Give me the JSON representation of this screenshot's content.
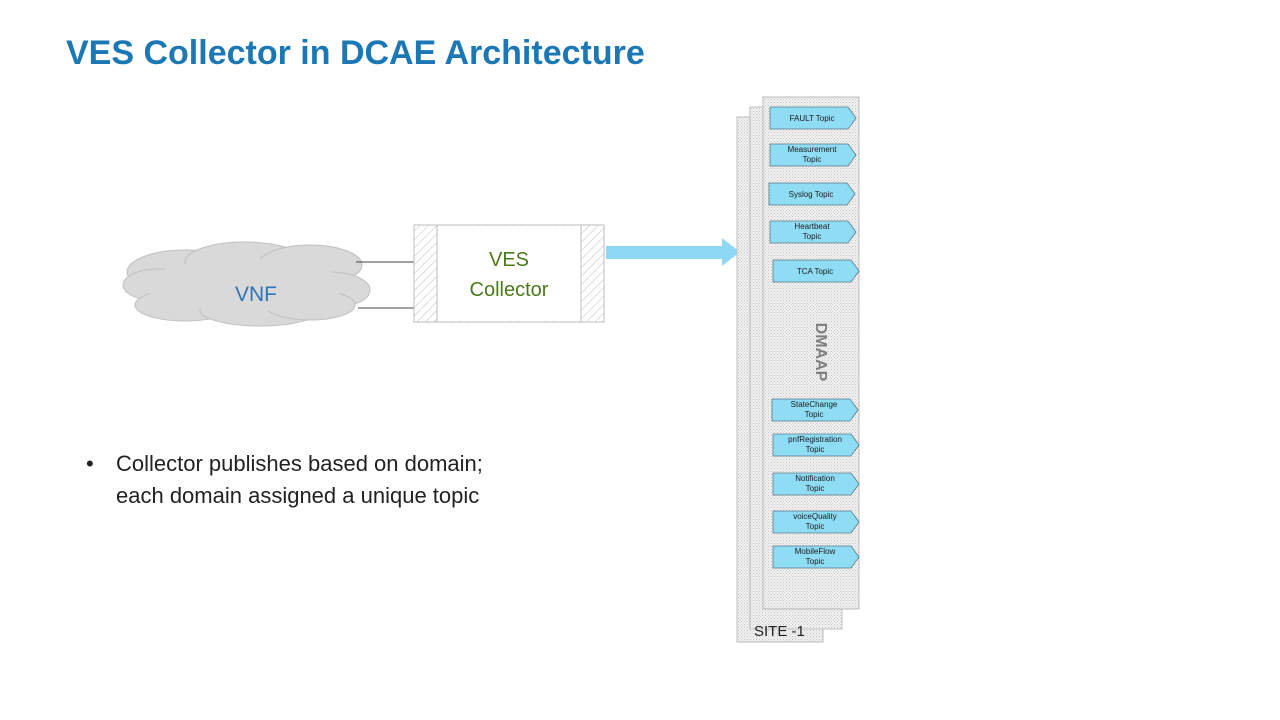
{
  "slide": {
    "title": "VES Collector in DCAE Architecture",
    "bullet": {
      "line1": "Collector publishes based on domain;",
      "line2": "each domain assigned a unique topic"
    }
  },
  "diagram": {
    "vnf_label": "VNF",
    "collector_line1": "VES",
    "collector_line2": "Collector",
    "dmaap_label": "DMAAP",
    "site_label": "SITE -1",
    "topics": [
      {
        "line1": "FAULT Topic",
        "line2": ""
      },
      {
        "line1": "Measurement",
        "line2": "Topic"
      },
      {
        "line1": "Syslog Topic",
        "line2": ""
      },
      {
        "line1": "Heartbeat",
        "line2": "Topic"
      },
      {
        "line1": "TCA Topic",
        "line2": ""
      },
      {
        "line1": "StateChange",
        "line2": "Topic"
      },
      {
        "line1": "pnfRegistration",
        "line2": "Topic"
      },
      {
        "line1": "Notification",
        "line2": "Topic"
      },
      {
        "line1": "voiceQuality",
        "line2": "Topic"
      },
      {
        "line1": "MobileFlow",
        "line2": "Topic"
      }
    ]
  },
  "colors": {
    "title": "#1b78b4",
    "vnf_text": "#2e75b6",
    "collector_text": "#4b7a1a",
    "topic_fill": "#8fdcf5",
    "arrow_fill": "#8ed8f5"
  }
}
